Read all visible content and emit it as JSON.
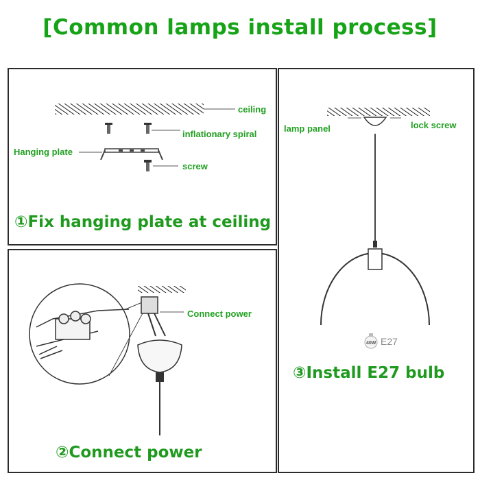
{
  "title": "[Common lamps install process]",
  "step1": {
    "caption": "①Fix hanging plate at ceiling",
    "labels": {
      "ceiling": "ceiling",
      "spiral": "inflationary spiral",
      "plate": "Hanging plate",
      "screw": "screw"
    }
  },
  "step2": {
    "caption": "②Connect power",
    "labels": {
      "power": "Connect power"
    }
  },
  "step3": {
    "caption": "③Install E27 bulb",
    "labels": {
      "lamp_panel": "lamp panel",
      "lock_screw": "lock screw",
      "bulb_watt": "40W",
      "bulb_type": "E27"
    }
  },
  "colors": {
    "accent": "#1f9a1f",
    "line": "#333333"
  }
}
